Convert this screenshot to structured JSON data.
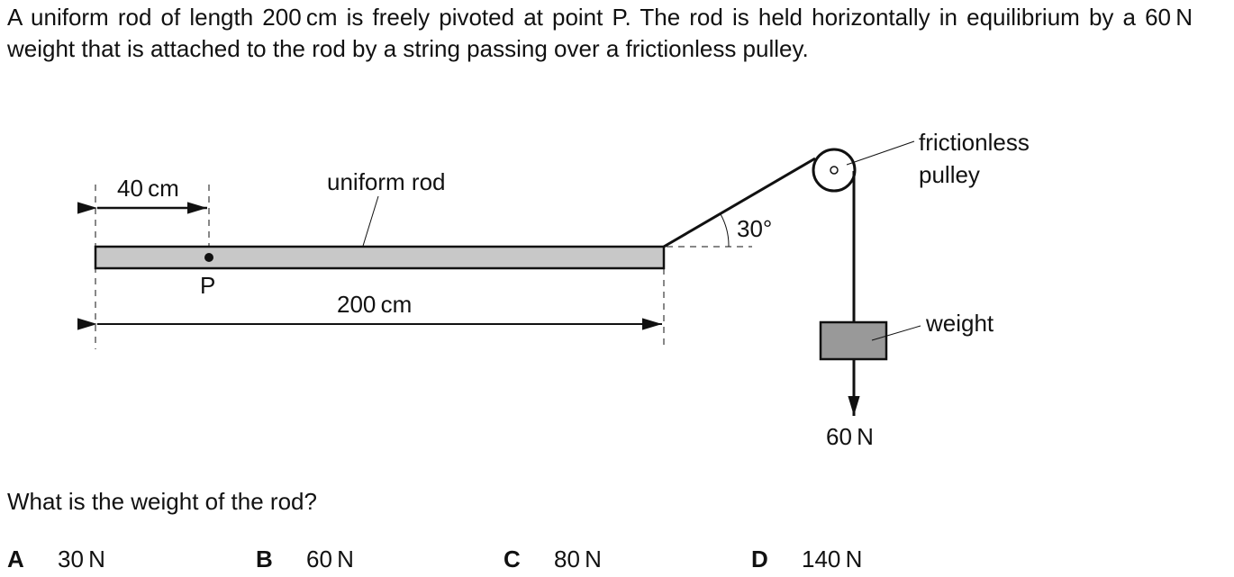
{
  "question": {
    "stem": "A uniform rod of length 200 cm is freely pivoted at point P. The rod is held horizontally in equilibrium by a 60 N weight that is attached to the rod by a string passing over a frictionless pulley.",
    "prompt": "What is the weight of the rod?"
  },
  "diagram": {
    "label_40cm": "40 cm",
    "label_uniform_rod": "uniform rod",
    "label_P": "P",
    "label_200cm": "200 cm",
    "label_angle": "30°",
    "label_pulley_line1": "frictionless",
    "label_pulley_line2": "pulley",
    "label_weight": "weight",
    "label_force": "60 N",
    "colors": {
      "rod_fill": "#c8c8c8",
      "weight_fill": "#999999",
      "line": "#111111"
    }
  },
  "options": [
    {
      "letter": "A",
      "text": "30 N"
    },
    {
      "letter": "B",
      "text": "60 N"
    },
    {
      "letter": "C",
      "text": "80 N"
    },
    {
      "letter": "D",
      "text": "140 N"
    }
  ]
}
